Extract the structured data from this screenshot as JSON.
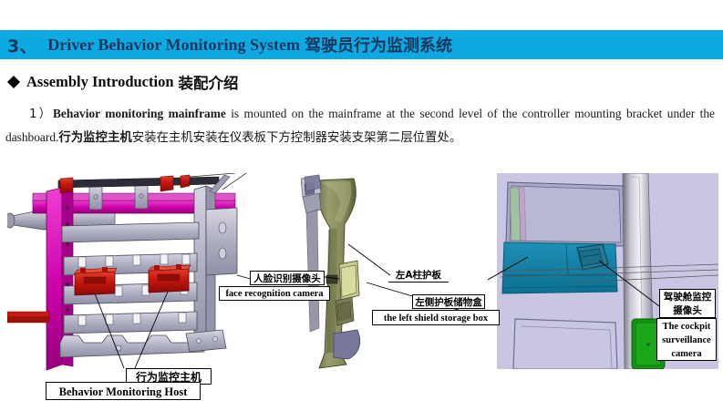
{
  "title": {
    "number": "3、",
    "english": "Driver Behavior Monitoring System",
    "chinese": "驾驶员行为监测系统",
    "bar_color": "#0DA9E3",
    "text_color": "#17365D"
  },
  "section": {
    "bullet": "diamond-bullet-icon",
    "english": "Assembly Introduction",
    "chinese": "装配介绍"
  },
  "paragraph": {
    "marker": "1）",
    "bold_lead": "Behavior monitoring mainframe",
    "english_body": " is mounted on the mainframe at the second level of the controller mounting bracket under the dashboard.",
    "chinese_bold": "行为监控主机",
    "chinese_body": "安装在主机安装在仪表板下方控制器安装支架第二层位置处。"
  },
  "figures": {
    "left": {
      "name": "bracket-assembly-drawing",
      "labels": {
        "host_cn": "行为监控主机",
        "host_en": "Behavior Monitoring Host",
        "face_cn": "人脸识别摄像头",
        "face_en": "face recognition camera"
      }
    },
    "middle": {
      "name": "a-pillar-trim-drawing",
      "labels": {
        "pillar_cn": "左A柱护板",
        "storage_cn": "左侧护板储物盒",
        "storage_en": "the left shield storage box"
      }
    },
    "right": {
      "name": "cockpit-interior-drawing",
      "labels": {
        "cockpit_cn_line1": "驾驶舱监控",
        "cockpit_cn_line2": "摄像头",
        "cockpit_en_line1": "The cockpit",
        "cockpit_en_line2": "surveillance",
        "cockpit_en_line3": "camera"
      }
    }
  },
  "colors": {
    "magenta_frame": "#CC00AA",
    "grey_metal": "#B3B3C4",
    "red_module": "#C01111",
    "olive_pillar": "#8C8F5E",
    "teal_panel": "#1585A8",
    "lavender_bg": "#c8c6e2",
    "green_pad": "#169016"
  }
}
